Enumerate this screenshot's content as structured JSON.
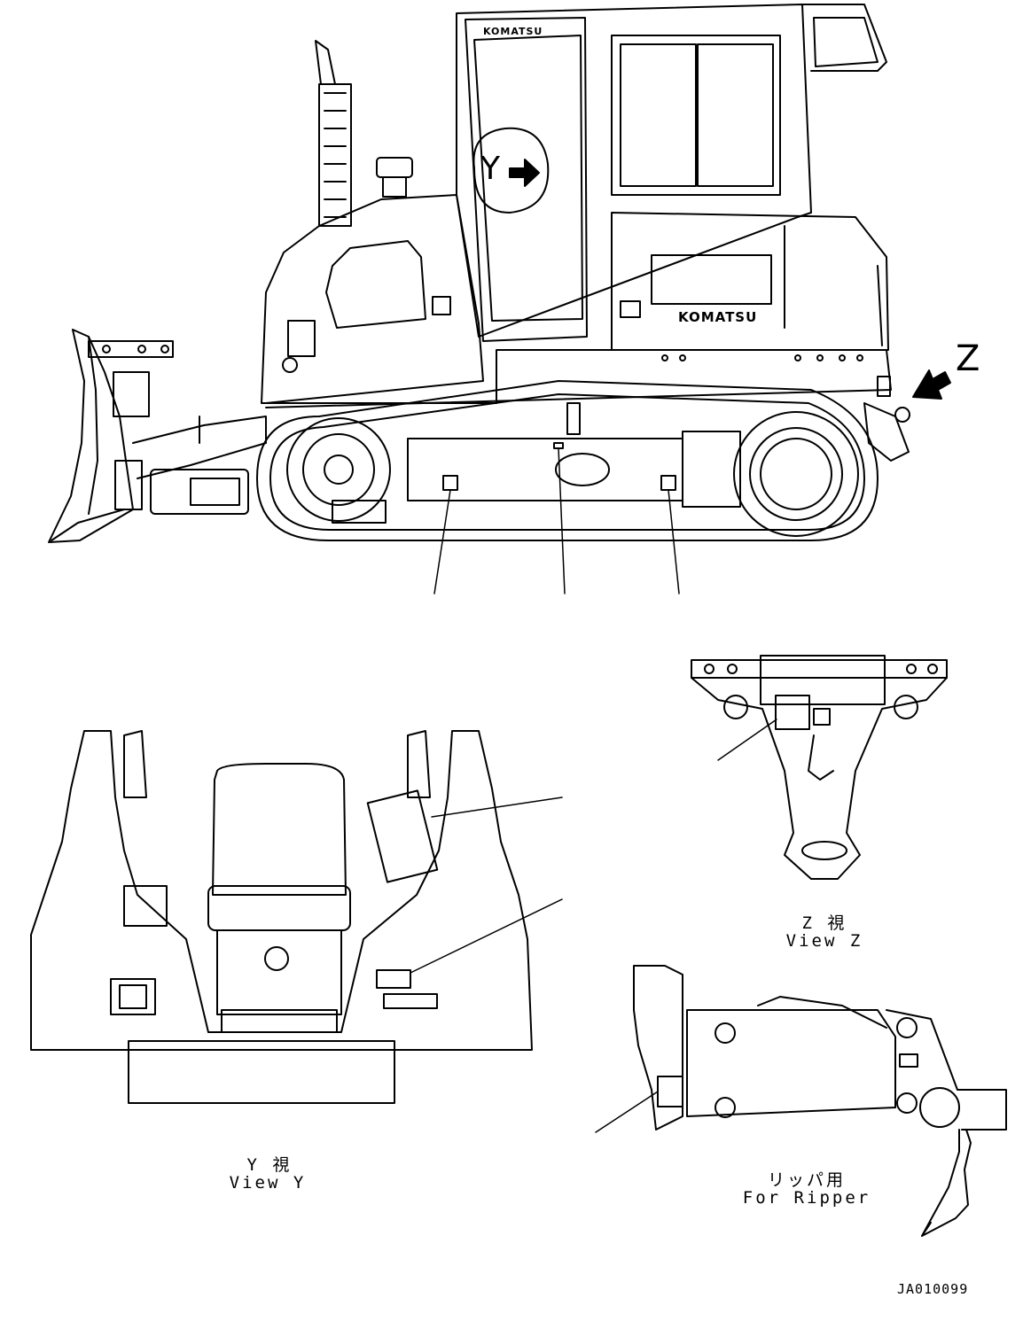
{
  "brand": {
    "cab_logo": "KOMATSU",
    "hood_logo": "KOMATSU"
  },
  "markers": {
    "y_marker": "Y",
    "z_marker": "Z"
  },
  "captions": {
    "view_y_jp": "Y 視",
    "view_y_en": "View Y",
    "view_z_jp": "Z 視",
    "view_z_en": "View Z",
    "ripper_jp": "リッパ用",
    "ripper_en": "For Ripper"
  },
  "drawing_code": "JA010099",
  "colors": {
    "line": "#000000",
    "background": "#ffffff"
  }
}
